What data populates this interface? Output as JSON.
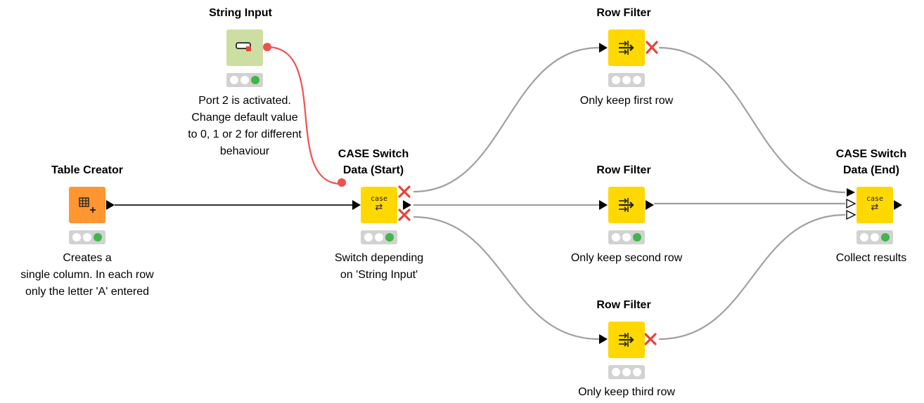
{
  "workflow": {
    "nodes": {
      "string_input": {
        "title": "String Input",
        "description": "Port 2 is activated.\nChange default value\nto 0, 1 or 2 for different\nbehaviour"
      },
      "table_creator": {
        "title": "Table Creator",
        "description": "Creates a\nsingle column. In each row\nonly the letter 'A' entered"
      },
      "case_start": {
        "title": "CASE Switch\nData (Start)",
        "icon_text": "case",
        "description": "Switch depending\non 'String Input'"
      },
      "row_filter_1": {
        "title": "Row Filter",
        "description": "Only keep first row"
      },
      "row_filter_2": {
        "title": "Row Filter",
        "description": "Only keep second row"
      },
      "row_filter_3": {
        "title": "Row Filter",
        "description": "Only keep third row"
      },
      "case_end": {
        "title": "CASE Switch\nData (End)",
        "icon_text": "case",
        "description": "Collect results"
      }
    },
    "colors": {
      "manipulator": "#ffd800",
      "source": "#ff9632",
      "configuration": "#cddea2",
      "inactive_x": "#e2453b",
      "flow_variable_wire": "#f0504c",
      "active_wire": "#3c3c3c",
      "inactive_wire": "#a0a0a0",
      "status_green": "#3fb64a"
    },
    "icons": {
      "table_creator": "table-grid-plus-icon",
      "string_input": "string-input-field-icon",
      "row_filter": "row-filter-arrows-icon",
      "case_switch": "case-switch-arrows-icon",
      "inactive_port": "red-x-inactive-icon"
    }
  }
}
